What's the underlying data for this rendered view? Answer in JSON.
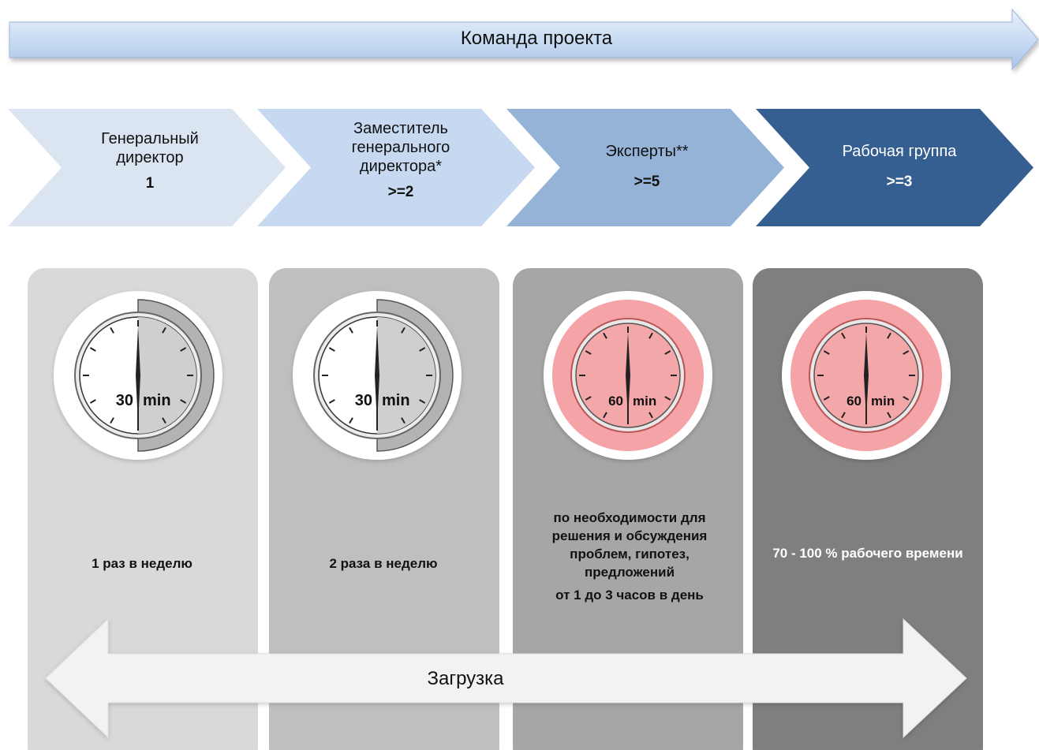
{
  "header": {
    "title": "Команда проекта"
  },
  "roles": [
    {
      "name": "Генеральный директор",
      "count": "1",
      "color": "#dbe5f1"
    },
    {
      "name": "Заместитель генерального директора*",
      "count": ">=2",
      "color": "#c6d9f0"
    },
    {
      "name": "Эксперты**",
      "count": ">=5",
      "color": "#95b3d7"
    },
    {
      "name": "Рабочая группа",
      "count": ">=3",
      "color": "#365f91"
    }
  ],
  "columns": [
    {
      "clock_value": "30",
      "clock_unit": "min",
      "clock_style": "white",
      "text": "1 раз в неделю",
      "extra": "",
      "bg": "#d9d9d9"
    },
    {
      "clock_value": "30",
      "clock_unit": "min",
      "clock_style": "white",
      "text": "2 раза в неделю",
      "extra": "",
      "bg": "#bfbfbf"
    },
    {
      "clock_value": "60",
      "clock_unit": "min",
      "clock_style": "pink",
      "text": "по необходимости для решения и обсуждения проблем, гипотез, предложений",
      "extra": "от 1 до 3 часов в день",
      "bg": "#a6a6a6"
    },
    {
      "clock_value": "60",
      "clock_unit": "min",
      "clock_style": "pink",
      "text": "70 - 100 % рабочего времени",
      "extra": "",
      "bg": "#7f7f7f"
    }
  ],
  "load": {
    "label": "Загрузка"
  }
}
